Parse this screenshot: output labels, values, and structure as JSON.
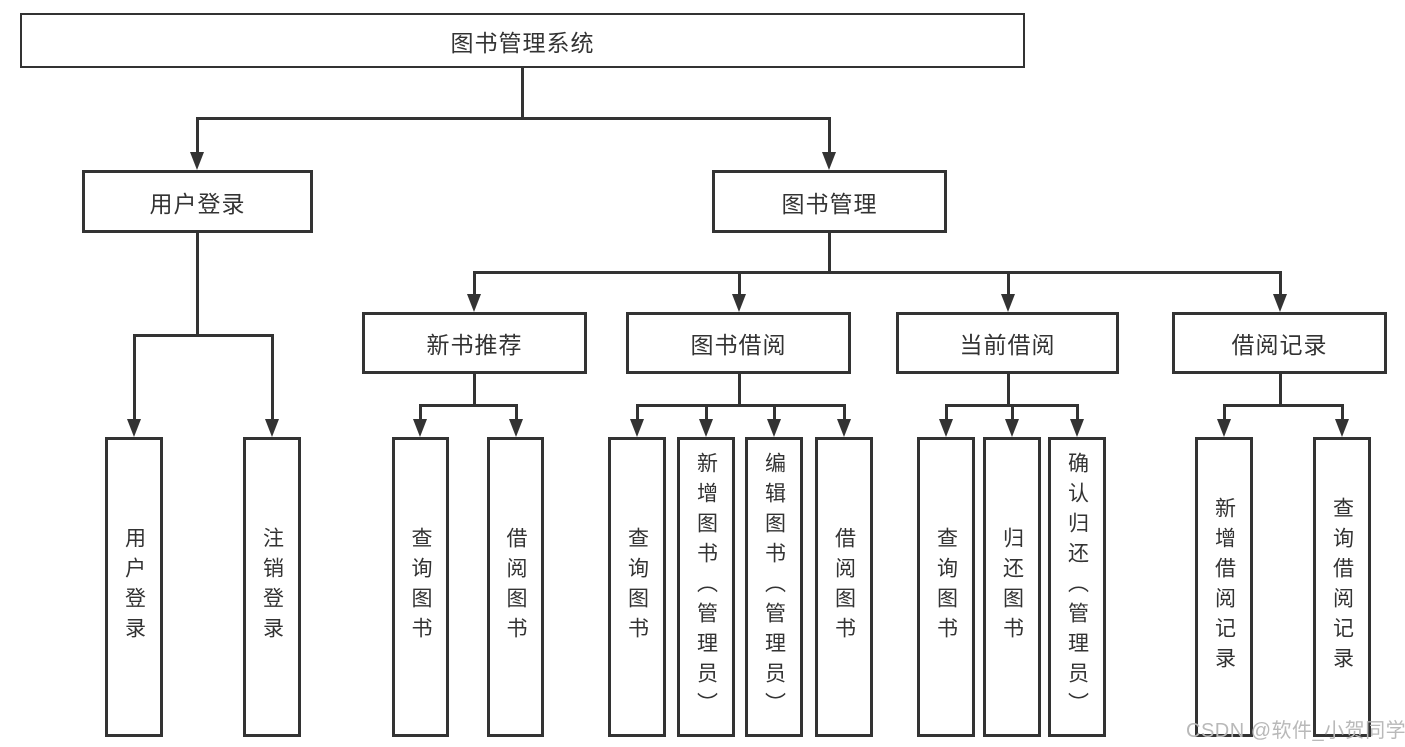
{
  "tree": {
    "label": "图书管理系统",
    "children": [
      {
        "label": "用户登录",
        "children": [
          {
            "label": "用户登录"
          },
          {
            "label": "注销登录"
          }
        ]
      },
      {
        "label": "图书管理",
        "children": [
          {
            "label": "新书推荐",
            "children": [
              {
                "label": "查询图书"
              },
              {
                "label": "借阅图书"
              }
            ]
          },
          {
            "label": "图书借阅",
            "children": [
              {
                "label": "查询图书"
              },
              {
                "label": "新增图书（管理员）"
              },
              {
                "label": "编辑图书（管理员）"
              },
              {
                "label": "借阅图书"
              }
            ]
          },
          {
            "label": "当前借阅",
            "children": [
              {
                "label": "查询图书"
              },
              {
                "label": "归还图书"
              },
              {
                "label": "确认归还（管理员）"
              }
            ]
          },
          {
            "label": "借阅记录",
            "children": [
              {
                "label": "新增借阅记录"
              },
              {
                "label": "查询借阅记录"
              }
            ]
          }
        ]
      }
    ]
  },
  "watermark": "CSDN @软件_小贺同学",
  "colors": {
    "line": "#333333",
    "box_border": "#333333",
    "text": "#333333",
    "watermark_text": "#b9b9b9",
    "background": "#ffffff"
  }
}
